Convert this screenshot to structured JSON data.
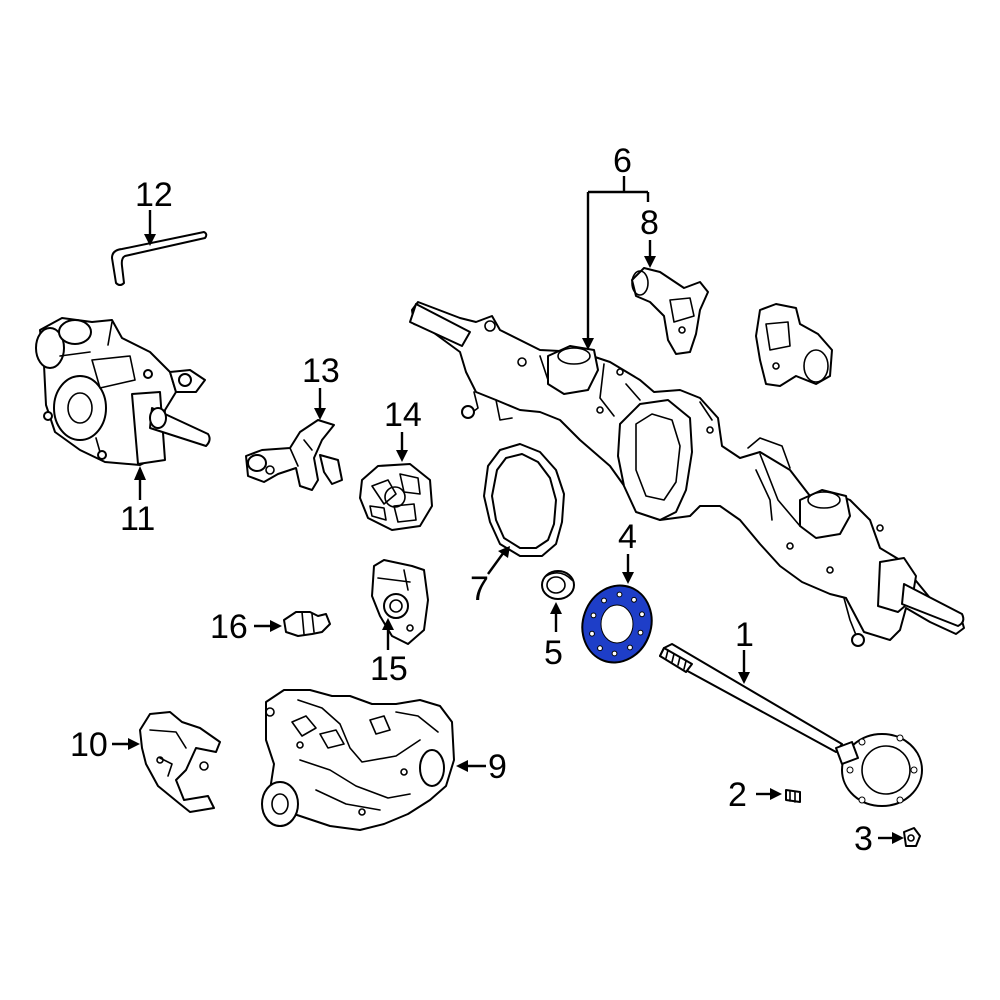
{
  "diagram": {
    "highlight_color": "#1e3ec8",
    "line_color": "#000000",
    "callouts": {
      "c1": "1",
      "c2": "2",
      "c3": "3",
      "c4": "4",
      "c5": "5",
      "c6": "6",
      "c7": "7",
      "c8": "8",
      "c9": "9",
      "c10": "10",
      "c11": "11",
      "c12": "12",
      "c13": "13",
      "c14": "14",
      "c15": "15",
      "c16": "16"
    },
    "parts": [
      {
        "callout": "1",
        "name": "axle-shaft"
      },
      {
        "callout": "2",
        "name": "wheel-stud"
      },
      {
        "callout": "3",
        "name": "nut"
      },
      {
        "callout": "4",
        "name": "gasket",
        "highlighted": true
      },
      {
        "callout": "5",
        "name": "seal"
      },
      {
        "callout": "6",
        "name": "axle-housing"
      },
      {
        "callout": "7",
        "name": "housing-gasket"
      },
      {
        "callout": "8",
        "name": "bracket"
      },
      {
        "callout": "9",
        "name": "differential-carrier"
      },
      {
        "callout": "10",
        "name": "carrier-bracket"
      },
      {
        "callout": "11",
        "name": "actuator"
      },
      {
        "callout": "12",
        "name": "vent-hose"
      },
      {
        "callout": "13",
        "name": "shift-fork"
      },
      {
        "callout": "14",
        "name": "differential-case"
      },
      {
        "callout": "15",
        "name": "mount"
      },
      {
        "callout": "16",
        "name": "switch"
      }
    ]
  }
}
